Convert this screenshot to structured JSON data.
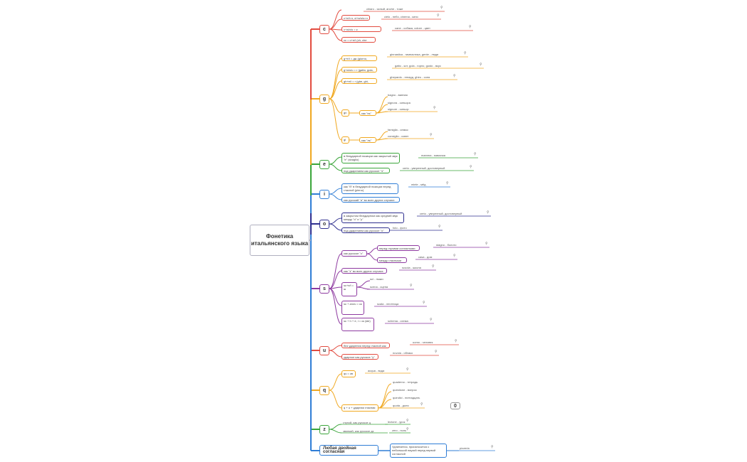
{
  "root": {
    "title": "Фонетика итальянского языка"
  },
  "c": {
    "letter": "c",
    "rules": [
      "c+e/i=ч, ci+a/o/u=ч",
      "c+a/o/u = к",
      "c+h+e/i = к (cheche lavora)",
      "cc = c+e/i (ch, che lavora)"
    ],
    "examples": [
      "chiaro - ясный, anche - тоже",
      "cielo - небо, cinema - кино",
      "cane - собака, colore - цвет",
      "cena - ужин, cose - вещи, cucina - кухня"
    ]
  },
  "g": {
    "letter": "g",
    "rules": [
      "g+e/i = дж (giorno, gente)",
      "g+a/o/u = г (gatto, gola, gusto)",
      "gh+e/i = г (ghe, ghi, lunghi)"
    ],
    "examples": [
      "ginnastica - гимнастика, gente - люди",
      "gatto - кот, gola - горло, gusto - вкус",
      "ghepardo - гепард, ghiro - соня"
    ],
    "gn": {
      "letter": "gn",
      "sound": "как \"нь\"",
      "examples": [
        "bagno - ванная",
        "signora - синьора",
        "signore - синьор"
      ]
    },
    "gl": {
      "letter": "gl",
      "sound": "как \"ль\"",
      "examples": [
        "famiglia - семья",
        "consiglio - совет"
      ]
    }
  },
  "e": {
    "letter": "e",
    "rules": [
      "в безударной позиции как закрытый звук \"е\" (sbaglio)",
      "под ударением как русское \"э\""
    ],
    "examples": [
      "mamma - мамочка",
      "certo - уверенный, достоверный"
    ]
  },
  "i": {
    "letter": "i",
    "rules": [
      "как \"й\" в безударной позиции перед гласной (pieno)",
      "как русский \"и\" во всех других случаях"
    ],
    "examples": [
      "miele - мёд"
    ]
  },
  "o": {
    "letter": "o",
    "rules": [
      "в закрытом безударном как средний звук между \"о\" и \"у\"",
      "под ударением как русское \"о\""
    ],
    "examples": [
      "certo - уверенный, достоверный",
      "foto - фото"
    ]
  },
  "s": {
    "letter": "s",
    "branch1": "как русское \"с\"",
    "branch1_children": [
      "перед глухими согласными",
      "между гласными"
    ],
    "branch1_examples": [
      "stagno - болото",
      "casa - дом"
    ],
    "rules": [
      "как \"з\" во всех других случаях",
      "sc+e/i = ш",
      "sc + a/o/u = ск",
      "sc + h + e, i = ск (ski)"
    ],
    "examples": [
      "scuola - школа",
      "sci - лыжи",
      "scena - сцена",
      "scala - лестница",
      "schema - схема"
    ]
  },
  "u": {
    "letter": "u",
    "rules": [
      "без ударения перед гласной как \"w\"",
      "ударное как русское \"у\""
    ],
    "examples": [
      "uomo - человек",
      "nuvola - облако"
    ]
  },
  "q": {
    "letter": "q",
    "rules": [
      "qu = кв",
      "q + u + ударная гласная"
    ],
    "examples": [
      "acqua - вода",
      "quaderno - тетрадь",
      "questione - вопрос",
      "quindici - пятнадцать",
      "quota - доля"
    ]
  },
  "z": {
    "letter": "z",
    "rules": [
      "глухой, как русское ц",
      "звонкий, как русское дз"
    ],
    "examples": [
      "lezione - урок",
      "zero - ноль"
    ]
  },
  "double": {
    "title": "Любая двойная согласная",
    "rule": "Удлиняется, произносится с небольшой паузой перед первой согласной",
    "example": "pizzeria"
  },
  "misc": {
    "counter": "0"
  },
  "colors": {
    "c": "#e24b3f",
    "g": "#f0a820",
    "e": "#3aa53a",
    "i": "#2f7dd6",
    "o": "#2f2f8f",
    "s": "#8e3aa0",
    "u": "#e24b3f",
    "q": "#f0a820",
    "z": "#3aa53a",
    "double": "#2f7dd6"
  }
}
